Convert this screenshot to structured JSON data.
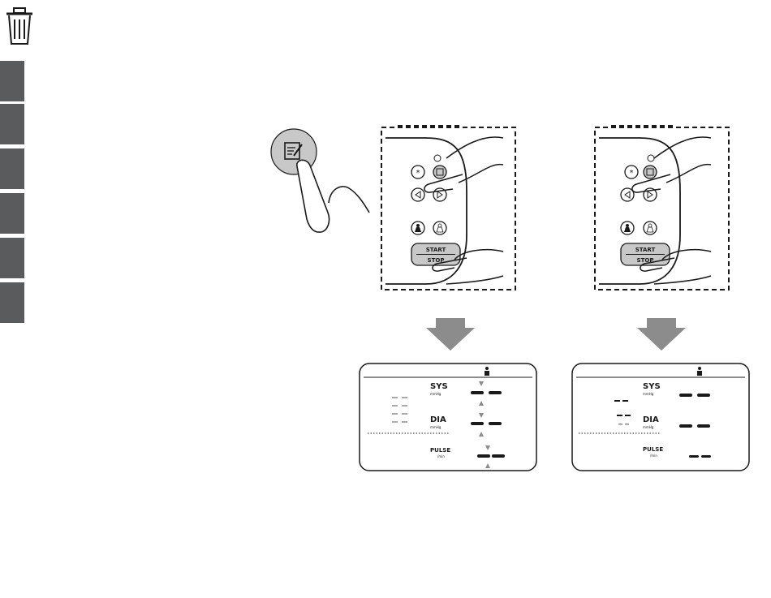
{
  "device_panel": {
    "start_label": "START",
    "stop_label": "STOP"
  },
  "display": {
    "sys_label": "SYS",
    "sys_unit": "mmHg",
    "dia_label": "DIA",
    "dia_unit": "mmHg",
    "pulse_label": "PULSE",
    "pulse_unit": "/min"
  },
  "colors": {
    "tab_fill": "#5a5b5d",
    "arrow_fill": "#8c8c8c",
    "button_fill": "#c8c8c8",
    "line": "#1a1a1a"
  },
  "icons": [
    "trash-icon",
    "memory-icon",
    "bluetooth-icon",
    "clock-icon",
    "left-arrow-icon",
    "right-arrow-icon",
    "user-icon",
    "guest-user-icon",
    "finger-press-icon",
    "down-arrow-icon"
  ]
}
